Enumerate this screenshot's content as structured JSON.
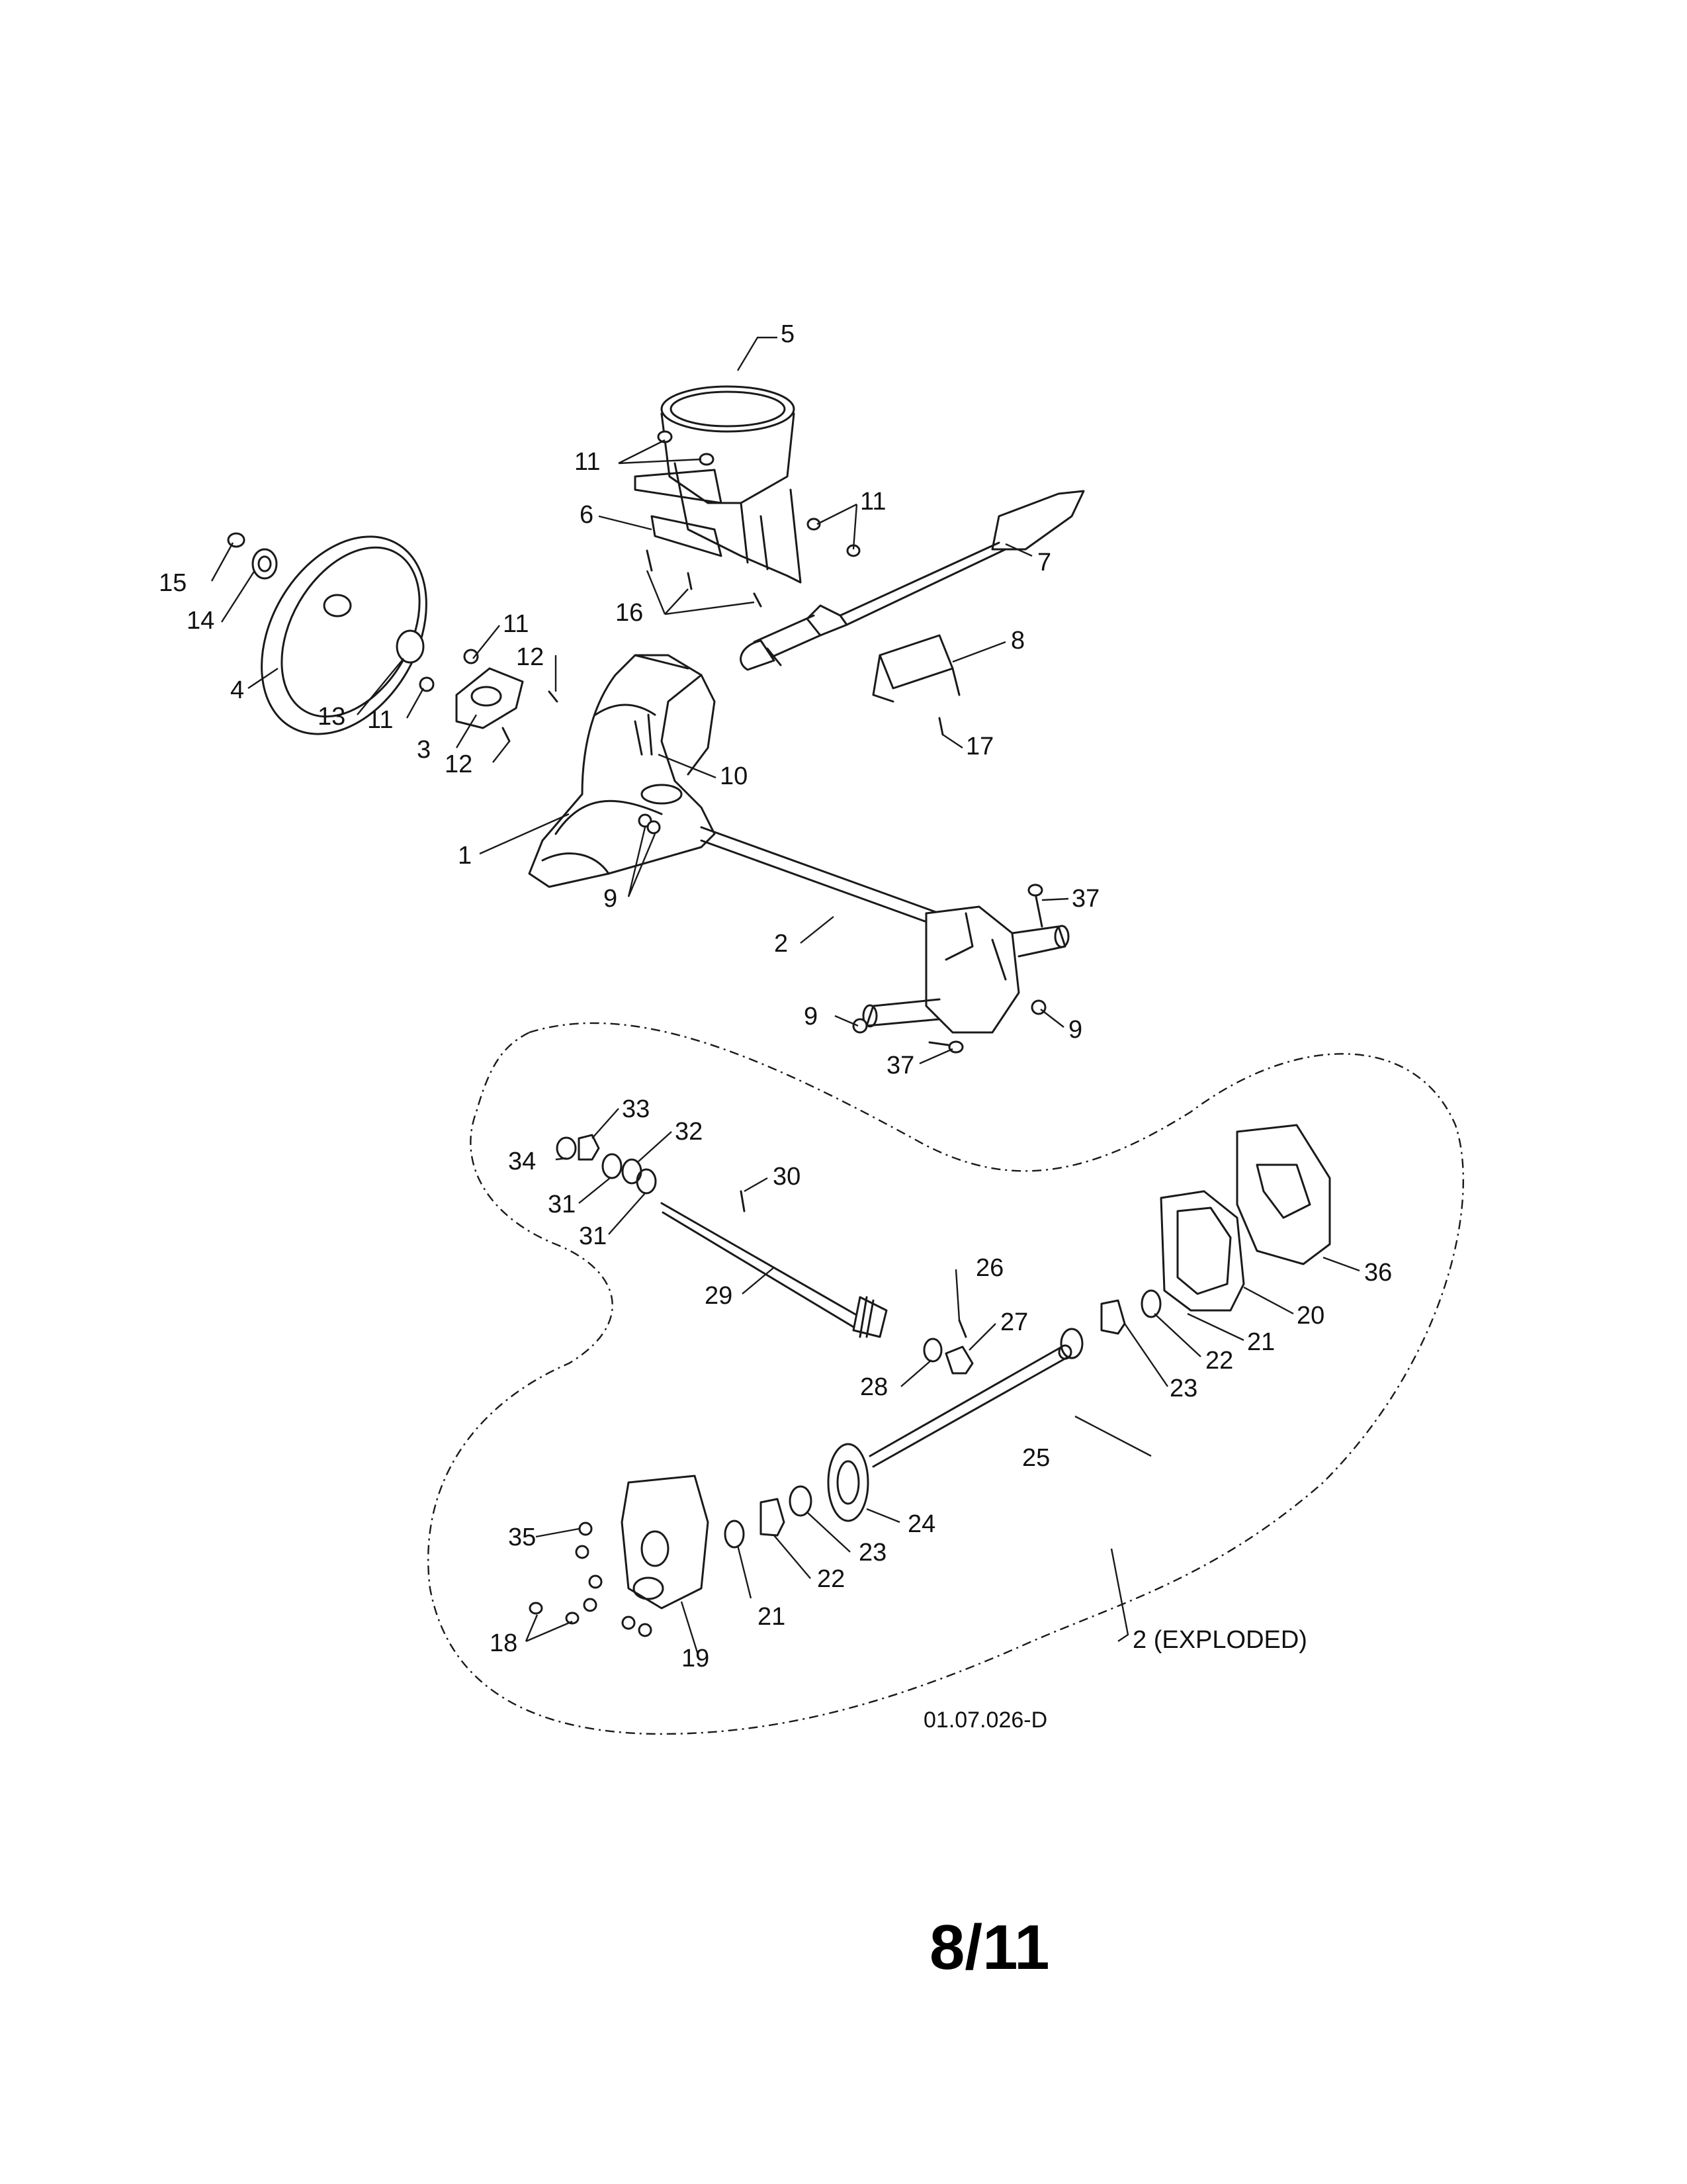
{
  "diagram": {
    "callouts": {
      "c1": "1",
      "c2": "2",
      "c3": "3",
      "c4": "4",
      "c5": "5",
      "c6": "6",
      "c7": "7",
      "c8": "8",
      "c9a": "9",
      "c9b": "9",
      "c9c": "9",
      "c10": "10",
      "c11a": "11",
      "c11b": "11",
      "c11c": "11",
      "c11d": "11",
      "c12a": "12",
      "c12b": "12",
      "c13": "13",
      "c14": "14",
      "c15": "15",
      "c16": "16",
      "c17": "17",
      "c18": "18",
      "c19": "19",
      "c20": "20",
      "c21a": "21",
      "c21b": "21",
      "c22a": "22",
      "c22b": "22",
      "c23a": "23",
      "c23b": "23",
      "c24": "24",
      "c25": "25",
      "c26": "26",
      "c27": "27",
      "c28": "28",
      "c29": "29",
      "c30": "30",
      "c31a": "31",
      "c31b": "31",
      "c32": "32",
      "c33": "33",
      "c34": "34",
      "c35": "35",
      "c36": "36",
      "c37a": "37",
      "c37b": "37"
    },
    "exploded_label": "2 (EXPLODED)",
    "drawing_number": "01.07.026-D"
  },
  "page": {
    "number": "8/11"
  }
}
